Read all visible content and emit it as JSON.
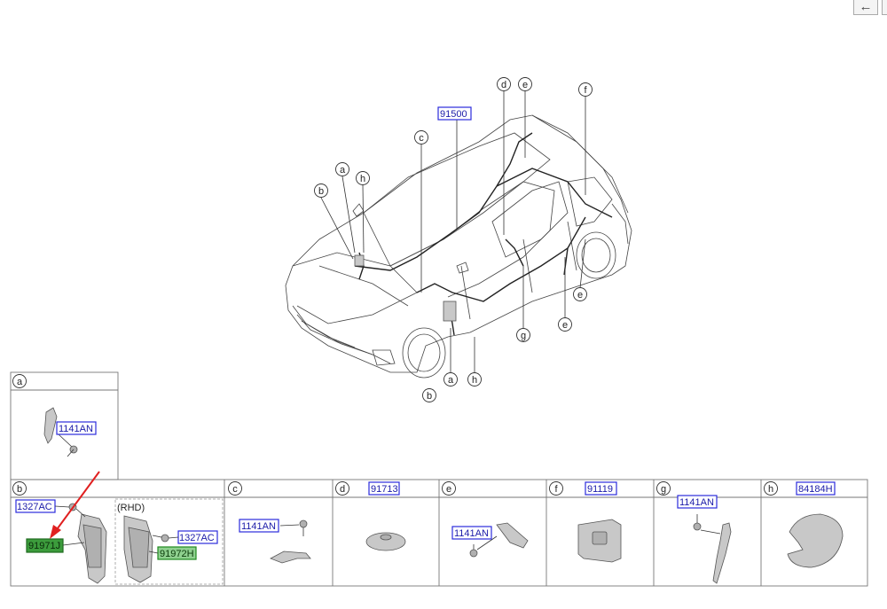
{
  "toolbar": {
    "back_glyph": "←",
    "back_icon": "arrow-left-icon"
  },
  "main": {
    "assembly_label": "91500",
    "callouts": [
      "a",
      "b",
      "c",
      "d",
      "e",
      "f",
      "g",
      "h"
    ]
  },
  "panels": {
    "a": {
      "letter": "a",
      "parts": [
        "1141AN"
      ]
    },
    "b": {
      "letter": "b",
      "parts": [
        "1327AC",
        "91971J",
        "1327AC",
        "91972H"
      ],
      "variant": "(RHD)"
    },
    "c": {
      "letter": "c",
      "parts": [
        "1141AN"
      ]
    },
    "d": {
      "letter": "d",
      "parts": [
        "91713"
      ]
    },
    "e": {
      "letter": "e",
      "parts": [
        "1141AN"
      ]
    },
    "f": {
      "letter": "f",
      "parts": [
        "91119"
      ]
    },
    "g": {
      "letter": "g",
      "parts": [
        "1141AN"
      ]
    },
    "h": {
      "letter": "h",
      "parts": [
        "84184H"
      ]
    }
  },
  "colors": {
    "label_border": "#2b2bdc",
    "label_text": "#1a1aa8",
    "highlight": "#3c9c3c",
    "green_label": "#8fd08f",
    "pointer": "#e02020"
  }
}
